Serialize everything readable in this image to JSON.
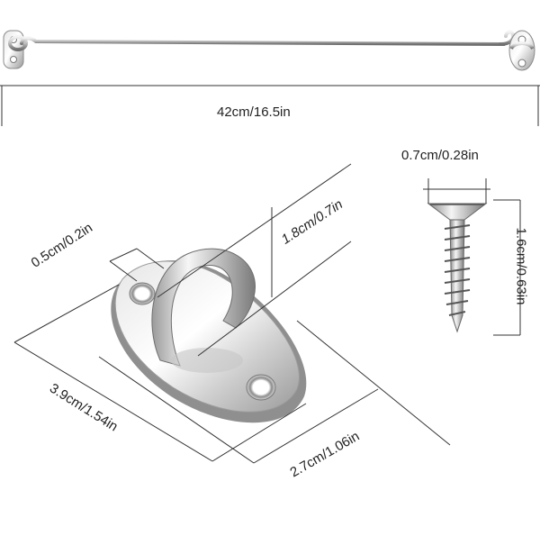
{
  "product_image": {
    "hook_length_label": "42cm/16.5in",
    "screw_head_width_label": "0.7cm/0.28in",
    "screw_length_label": "1.6cm/0.63in",
    "eye_height_label": "1.8cm/0.7in",
    "hole_diameter_label": "0.5cm/0.2in",
    "plate_length_label": "3.9cm/1.54in",
    "plate_width_label": "2.7cm/1.06in"
  },
  "colors": {
    "steel_light": "#f2f2f2",
    "steel_mid": "#c8c8c8",
    "steel_dark": "#8a8a8a",
    "dimension_line": "#333333"
  }
}
